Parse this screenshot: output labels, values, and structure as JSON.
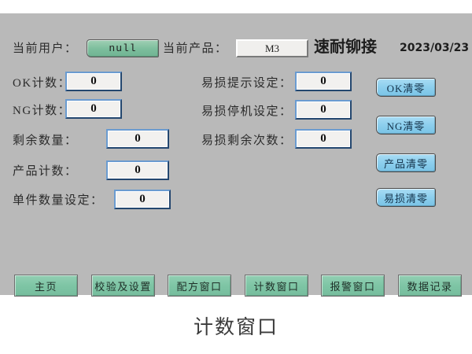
{
  "header": {
    "user_label": "当前用户：",
    "user_value": "null",
    "product_label": "当前产品：",
    "product_value": "M3",
    "brand_title": "速耐铆接",
    "date": "2023/03/23"
  },
  "left_fields": [
    {
      "label": "OK计数：",
      "value": "0"
    },
    {
      "label": "NG计数：",
      "value": "0"
    },
    {
      "label": "剩余数量：",
      "value": "0"
    },
    {
      "label": "产品计数：",
      "value": "0"
    },
    {
      "label": "单件数量设定：",
      "value": "0"
    }
  ],
  "middle_fields": [
    {
      "label": "易损提示设定：",
      "value": "0"
    },
    {
      "label": "易损停机设定：",
      "value": "0"
    },
    {
      "label": "易损剩余次数：",
      "value": "0"
    }
  ],
  "reset_buttons": [
    {
      "label": "OK清零"
    },
    {
      "label": "NG清零"
    },
    {
      "label": "产品清零"
    },
    {
      "label": "易损清零"
    }
  ],
  "nav_buttons": [
    {
      "label": "主页"
    },
    {
      "label": "校验及设置"
    },
    {
      "label": "配方窗口"
    },
    {
      "label": "计数窗口"
    },
    {
      "label": "报警窗口"
    },
    {
      "label": "数据记录"
    }
  ],
  "caption": "计数窗口",
  "colors": {
    "panel_bg": "#b9b9b9",
    "green_accent": "#7cbd9c",
    "blue_accent": "#8fd0ee",
    "field_border": "#3a6ea5",
    "page_bg": "#ffffff"
  }
}
